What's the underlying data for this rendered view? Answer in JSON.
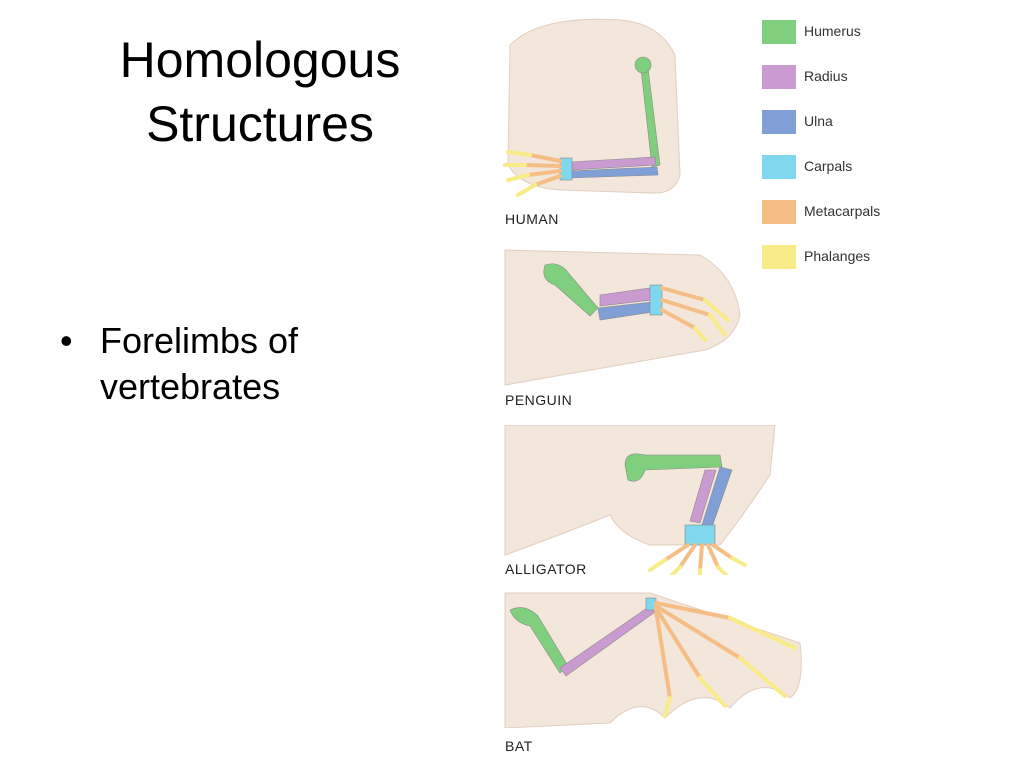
{
  "slide": {
    "title_line1": "Homologous",
    "title_line2": "Structures",
    "bullets": [
      {
        "line1": "Forelimbs of",
        "line2": "vertebrates"
      }
    ]
  },
  "figure": {
    "animals": [
      {
        "label": "HUMAN"
      },
      {
        "label": "PENGUIN"
      },
      {
        "label": "ALLIGATOR"
      },
      {
        "label": "BAT"
      }
    ],
    "legend": [
      {
        "label": "Humerus",
        "color": "#7fcf7f"
      },
      {
        "label": "Radius",
        "color": "#c99bd0"
      },
      {
        "label": "Ulna",
        "color": "#7f9fd6"
      },
      {
        "label": "Carpals",
        "color": "#7fd8ee"
      },
      {
        "label": "Metacarpals",
        "color": "#f5be86"
      },
      {
        "label": "Phalanges",
        "color": "#f8ec88"
      }
    ],
    "skin_color": "#f3e6da"
  }
}
